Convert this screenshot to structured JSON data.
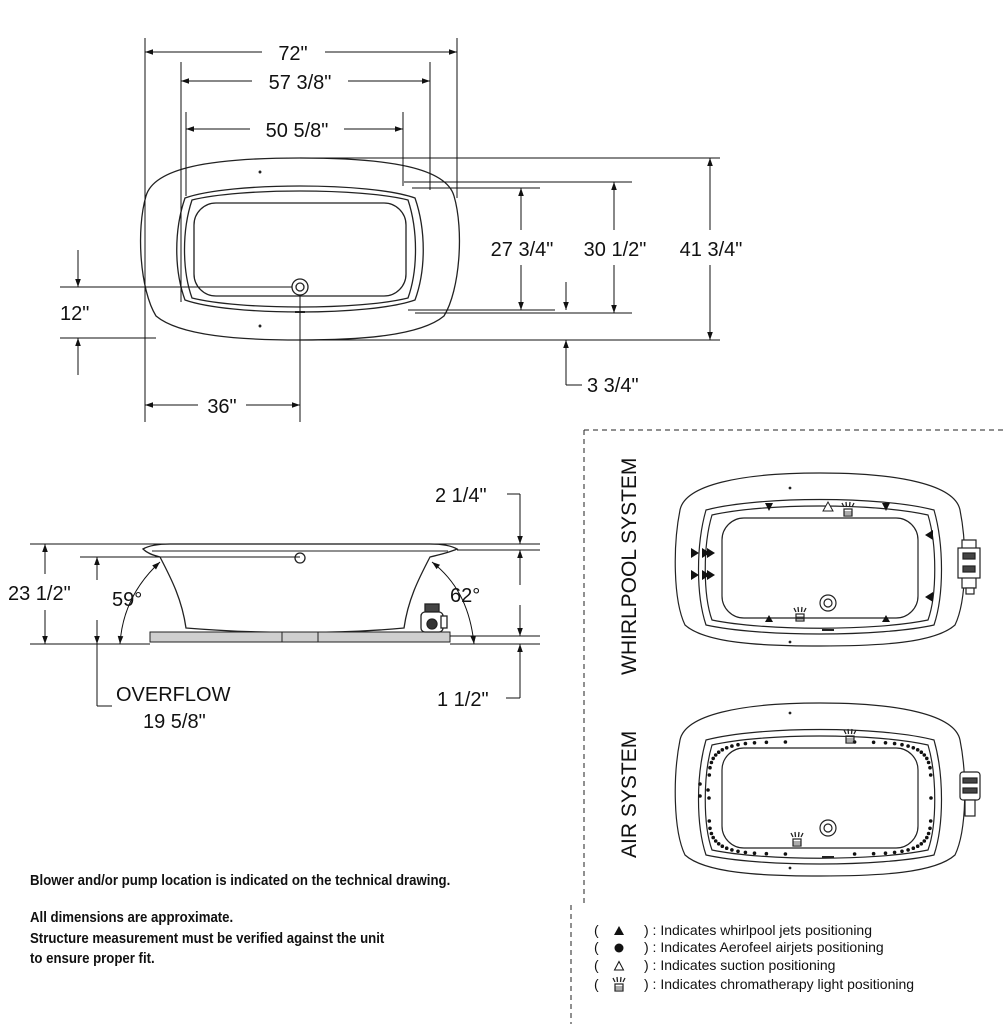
{
  "top_view": {
    "dimensions": {
      "overall_length": "72\"",
      "outer_length": "57 3/8\"",
      "inner_length": "50 5/8\"",
      "inner_width": "27 3/4\"",
      "outer_width": "30 1/2\"",
      "overall_width": "41 3/4\"",
      "drain_offset_y": "12\"",
      "drain_offset_x": "36\"",
      "rim_offset": "3 3/4\""
    }
  },
  "side_view": {
    "dimensions": {
      "rim_thickness": "2 1/4\"",
      "total_height": "23 1/2\"",
      "base_height": "1 1/2\"",
      "left_angle": "59°",
      "right_angle": "62°",
      "overflow_label": "OVERFLOW",
      "overflow_height": "19 5/8\""
    }
  },
  "systems": {
    "whirlpool_label": "WHIRLPOOL SYSTEM",
    "air_label": "AIR SYSTEM"
  },
  "notes": {
    "line1": "Blower and/or pump location is indicated on the technical drawing.",
    "line2": "All dimensions are approximate.",
    "line3": "Structure measurement must be verified against the unit",
    "line4": "to ensure proper fit."
  },
  "legend": [
    {
      "paren": "(",
      "icon": "filled-triangle-icon",
      "text": ") : Indicates whirlpool jets positioning"
    },
    {
      "paren": "(",
      "icon": "filled-circle-icon",
      "text": ") : Indicates Aerofeel airjets positioning"
    },
    {
      "paren": "(",
      "icon": "outline-triangle-icon",
      "text": ") : Indicates suction positioning"
    },
    {
      "paren": "(",
      "icon": "light-icon",
      "text": ") : Indicates chromatherapy light positioning"
    }
  ]
}
